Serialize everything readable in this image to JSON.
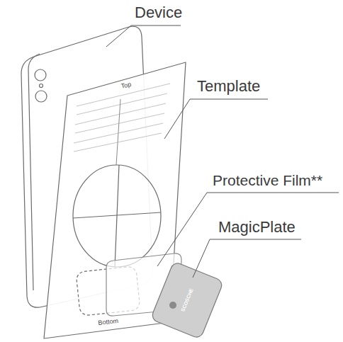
{
  "diagram": {
    "labels": [
      "Device",
      "Template",
      "Protective Film**",
      "MagicPlate",
      "Top",
      "Bottom",
      "SCOSCHE"
    ]
  }
}
